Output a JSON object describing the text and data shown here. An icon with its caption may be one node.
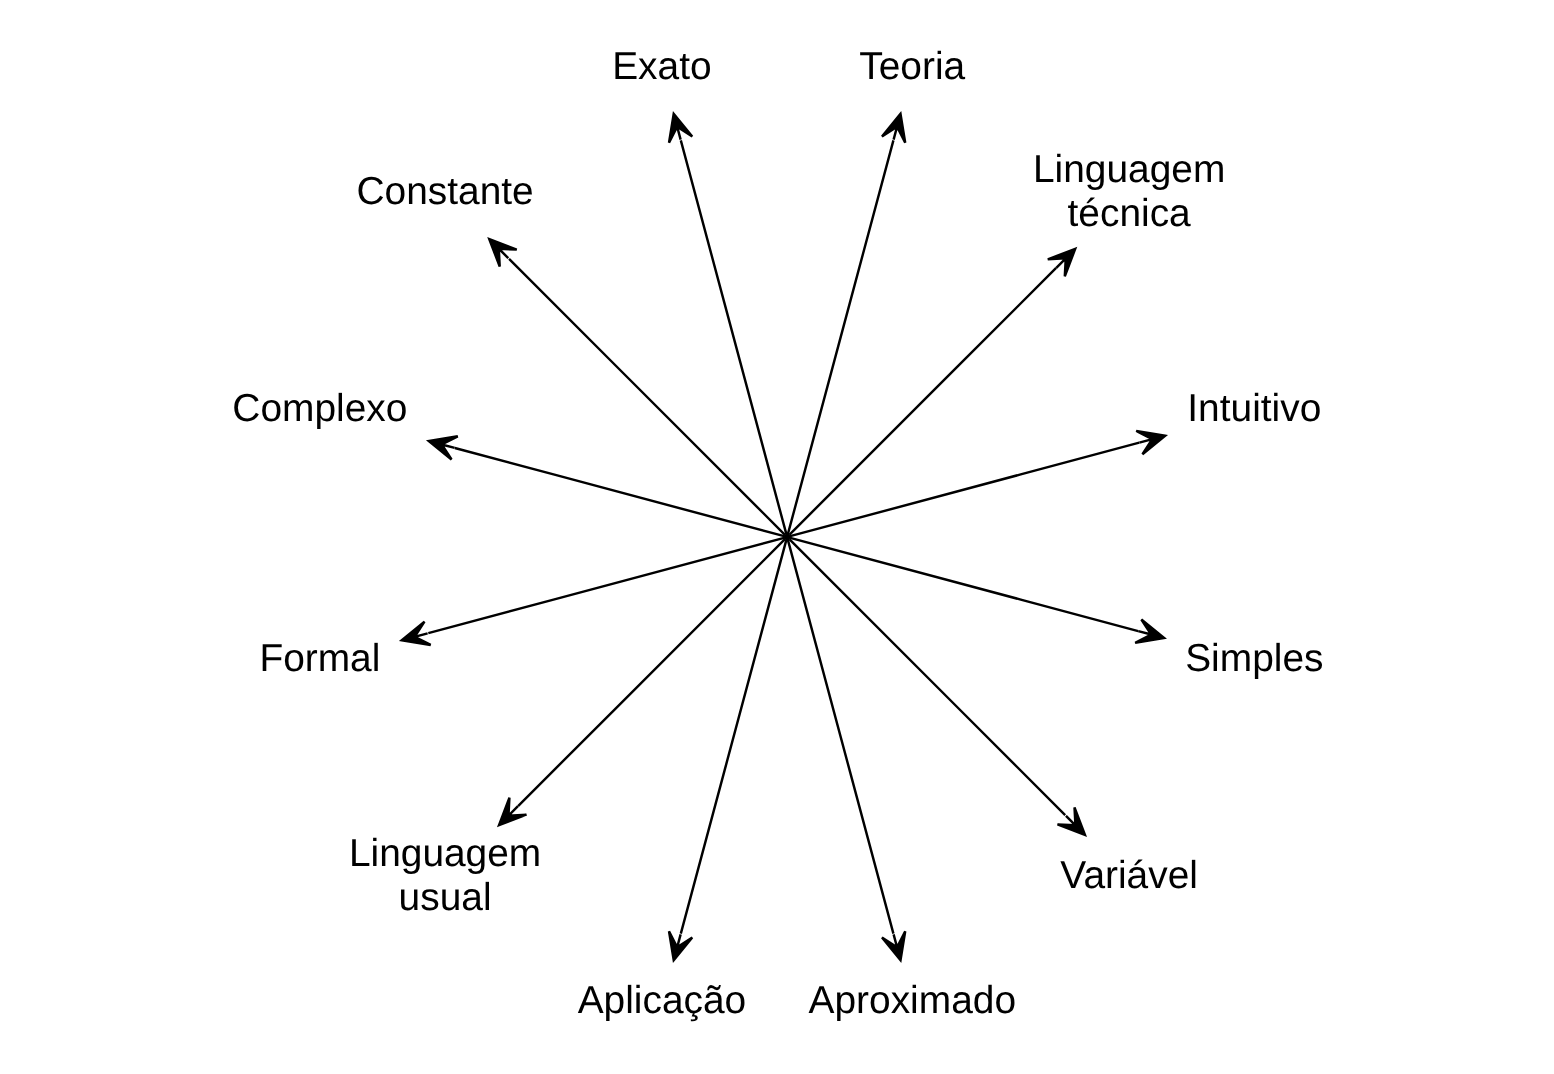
{
  "diagram": {
    "nodes": [
      {
        "text": [],
        "shape": "point"
      },
      {
        "text": [
          "Exato"
        ]
      },
      {
        "text": [
          "Constante"
        ]
      },
      {
        "text": [
          "Teoria"
        ]
      },
      {
        "text": [
          "Complexo"
        ]
      },
      {
        "text": [
          "Linguagem técnica"
        ]
      },
      {
        "text": [
          "Formal"
        ]
      },
      {
        "text": [
          "Intuitivo"
        ]
      },
      {
        "text": [
          "Linguagem usual"
        ]
      },
      {
        "text": [
          "Simples"
        ]
      },
      {
        "text": [
          "Aplicação"
        ]
      },
      {
        "text": [
          "Variável"
        ]
      },
      {
        "text": [
          "Aproximado"
        ]
      }
    ],
    "edges": [
      {
        "from": 0,
        "to": 1,
        "arrow": "to"
      },
      {
        "from": 0,
        "to": 3,
        "arrow": "to"
      },
      {
        "from": 0,
        "to": 5,
        "arrow": "to"
      },
      {
        "from": 0,
        "to": 7,
        "arrow": "to"
      },
      {
        "from": 0,
        "to": 9,
        "arrow": "to"
      },
      {
        "from": 0,
        "to": 11,
        "arrow": "to"
      },
      {
        "from": 0,
        "to": 12,
        "arrow": "to"
      },
      {
        "from": 0,
        "to": 10,
        "arrow": "to"
      },
      {
        "from": 0,
        "to": 8,
        "arrow": "to"
      },
      {
        "from": 0,
        "to": 6,
        "arrow": "to"
      },
      {
        "from": 0,
        "to": 4,
        "arrow": "to"
      },
      {
        "from": 0,
        "to": 2,
        "arrow": "to"
      }
    ]
  }
}
